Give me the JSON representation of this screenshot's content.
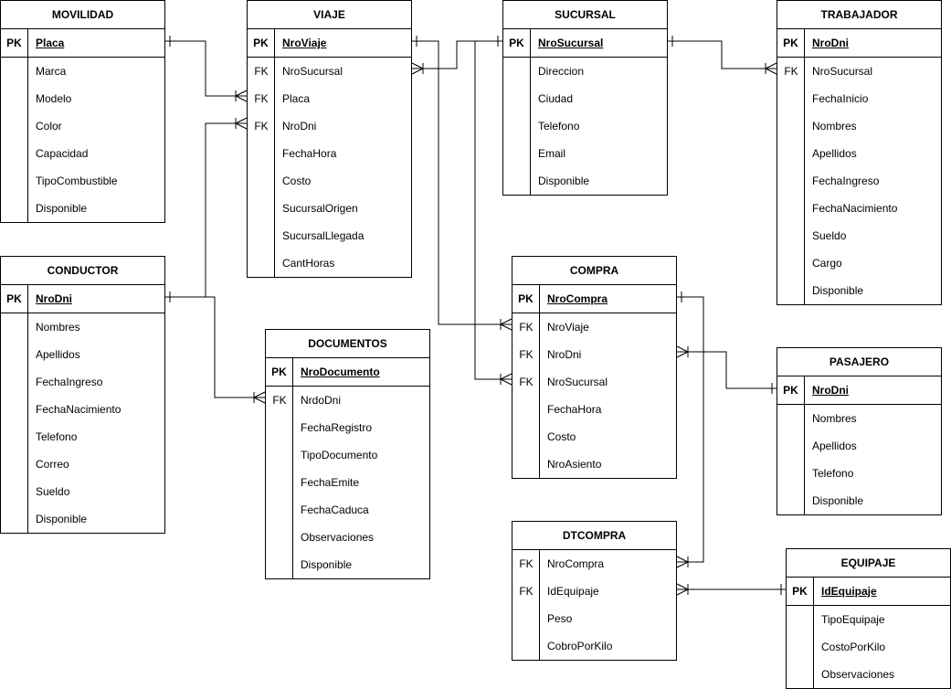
{
  "entities": {
    "movilidad": {
      "title": "MOVILIDAD",
      "pk": {
        "key": "PK",
        "name": "Placa"
      },
      "fields": [
        {
          "key": "",
          "name": "Marca"
        },
        {
          "key": "",
          "name": "Modelo"
        },
        {
          "key": "",
          "name": "Color"
        },
        {
          "key": "",
          "name": "Capacidad"
        },
        {
          "key": "",
          "name": "TipoCombustible"
        },
        {
          "key": "",
          "name": "Disponible"
        }
      ]
    },
    "viaje": {
      "title": "VIAJE",
      "pk": {
        "key": "PK",
        "name": "NroViaje"
      },
      "fields": [
        {
          "key": "FK",
          "name": "NroSucursal"
        },
        {
          "key": "FK",
          "name": "Placa"
        },
        {
          "key": "FK",
          "name": "NroDni"
        },
        {
          "key": "",
          "name": "FechaHora"
        },
        {
          "key": "",
          "name": "Costo"
        },
        {
          "key": "",
          "name": "SucursalOrigen"
        },
        {
          "key": "",
          "name": "SucursalLlegada"
        },
        {
          "key": "",
          "name": "CantHoras"
        }
      ]
    },
    "sucursal": {
      "title": "SUCURSAL",
      "pk": {
        "key": "PK",
        "name": "NroSucursal"
      },
      "fields": [
        {
          "key": "",
          "name": "Direccion"
        },
        {
          "key": "",
          "name": "Ciudad"
        },
        {
          "key": "",
          "name": "Telefono"
        },
        {
          "key": "",
          "name": "Email"
        },
        {
          "key": "",
          "name": "Disponible"
        }
      ]
    },
    "trabajador": {
      "title": "TRABAJADOR",
      "pk": {
        "key": "PK",
        "name": "NroDni"
      },
      "fields": [
        {
          "key": "FK",
          "name": "NroSucursal"
        },
        {
          "key": "",
          "name": "FechaInicio"
        },
        {
          "key": "",
          "name": "Nombres"
        },
        {
          "key": "",
          "name": "Apellidos"
        },
        {
          "key": "",
          "name": "FechaIngreso"
        },
        {
          "key": "",
          "name": "FechaNacimiento"
        },
        {
          "key": "",
          "name": "Sueldo"
        },
        {
          "key": "",
          "name": "Cargo"
        },
        {
          "key": "",
          "name": "Disponible"
        }
      ]
    },
    "conductor": {
      "title": "CONDUCTOR",
      "pk": {
        "key": "PK",
        "name": "NroDni"
      },
      "fields": [
        {
          "key": "",
          "name": "Nombres"
        },
        {
          "key": "",
          "name": "Apellidos"
        },
        {
          "key": "",
          "name": "FechaIngreso"
        },
        {
          "key": "",
          "name": "FechaNacimiento"
        },
        {
          "key": "",
          "name": "Telefono"
        },
        {
          "key": "",
          "name": "Correo"
        },
        {
          "key": "",
          "name": "Sueldo"
        },
        {
          "key": "",
          "name": "Disponible"
        }
      ]
    },
    "documentos": {
      "title": "DOCUMENTOS",
      "pk": {
        "key": "PK",
        "name": "NroDocumento"
      },
      "fields": [
        {
          "key": "FK",
          "name": "NrdoDni"
        },
        {
          "key": "",
          "name": "FechaRegistro"
        },
        {
          "key": "",
          "name": "TipoDocumento"
        },
        {
          "key": "",
          "name": "FechaEmite"
        },
        {
          "key": "",
          "name": "FechaCaduca"
        },
        {
          "key": "",
          "name": "Observaciones"
        },
        {
          "key": "",
          "name": "Disponible"
        }
      ]
    },
    "compra": {
      "title": "COMPRA",
      "pk": {
        "key": "PK",
        "name": "NroCompra"
      },
      "fields": [
        {
          "key": "FK",
          "name": "NroViaje"
        },
        {
          "key": "FK",
          "name": "NroDni"
        },
        {
          "key": "FK",
          "name": "NroSucursal"
        },
        {
          "key": "",
          "name": "FechaHora"
        },
        {
          "key": "",
          "name": "Costo"
        },
        {
          "key": "",
          "name": "NroAsiento"
        }
      ]
    },
    "pasajero": {
      "title": "PASAJERO",
      "pk": {
        "key": "PK",
        "name": "NroDni"
      },
      "fields": [
        {
          "key": "",
          "name": "Nombres"
        },
        {
          "key": "",
          "name": "Apellidos"
        },
        {
          "key": "",
          "name": "Telefono"
        },
        {
          "key": "",
          "name": "Disponible"
        }
      ]
    },
    "dtcompra": {
      "title": "DTCOMPRA",
      "pk": null,
      "fields": [
        {
          "key": "FK",
          "name": "NroCompra"
        },
        {
          "key": "FK",
          "name": "IdEquipaje"
        },
        {
          "key": "",
          "name": "Peso"
        },
        {
          "key": "",
          "name": "CobroPorKilo"
        }
      ]
    },
    "equipaje": {
      "title": "EQUIPAJE",
      "pk": {
        "key": "PK",
        "name": "IdEquipaje"
      },
      "fields": [
        {
          "key": "",
          "name": "TipoEquipaje"
        },
        {
          "key": "",
          "name": "CostoPorKilo"
        },
        {
          "key": "",
          "name": "Observaciones"
        }
      ]
    }
  },
  "relationships": [
    {
      "from": "movilidad.Placa",
      "to": "viaje.Placa",
      "cardinality": "one-to-many"
    },
    {
      "from": "conductor.NroDni",
      "to": "viaje.NroDni",
      "cardinality": "one-to-many"
    },
    {
      "from": "conductor.NroDni",
      "to": "documentos.NrdoDni",
      "cardinality": "one-to-many"
    },
    {
      "from": "sucursal.NroSucursal",
      "to": "viaje.NroSucursal",
      "cardinality": "one-to-many"
    },
    {
      "from": "sucursal.NroSucursal",
      "to": "trabajador.NroSucursal",
      "cardinality": "one-to-many"
    },
    {
      "from": "sucursal.NroSucursal",
      "to": "compra.NroSucursal",
      "cardinality": "one-to-many"
    },
    {
      "from": "viaje.NroViaje",
      "to": "compra.NroViaje",
      "cardinality": "one-to-many"
    },
    {
      "from": "pasajero.NroDni",
      "to": "compra.NroDni",
      "cardinality": "one-to-many"
    },
    {
      "from": "compra.NroCompra",
      "to": "dtcompra.NroCompra",
      "cardinality": "one-to-many"
    },
    {
      "from": "equipaje.IdEquipaje",
      "to": "dtcompra.IdEquipaje",
      "cardinality": "one-to-many"
    }
  ]
}
